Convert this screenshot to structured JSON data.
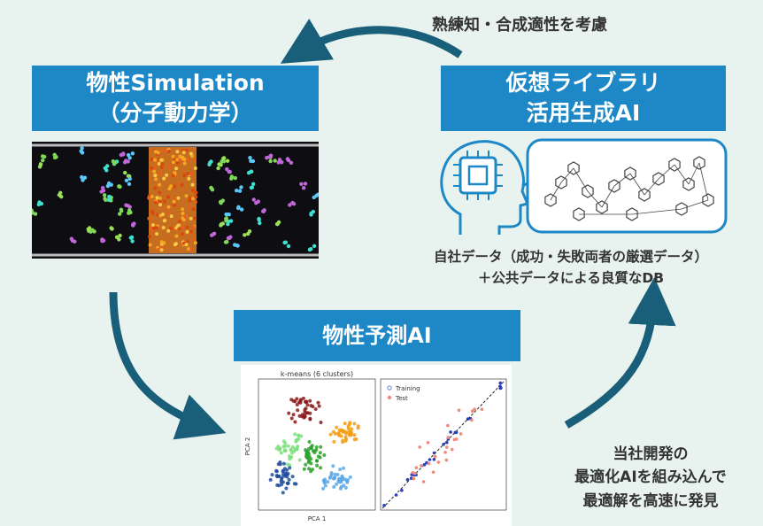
{
  "top_arrow_label": "熟練知・合成適性を考慮",
  "simulation": {
    "line1": "物性Simulation",
    "line2": "（分子動力学）"
  },
  "generative": {
    "line1": "仮想ライブラリ",
    "line2": "活用生成AI"
  },
  "data_source": {
    "line1": "自社データ（成功・失敗両者の厳選データ）",
    "line2": "＋公共データによる良質なDB"
  },
  "prediction": {
    "title": "物性予測AI"
  },
  "optimization": {
    "line1": "当社開発の",
    "line2": "最適化AIを組み込んで",
    "line3": "最適解を高速に発見"
  },
  "cluster_plot": {
    "title": "k-means (6 clusters)",
    "xlabel": "PCA 1",
    "ylabel": "PCA 2"
  },
  "parity_plot": {
    "legend_training": "Training",
    "legend_test": "Test"
  },
  "colors": {
    "box": "#1e88c7",
    "arrow": "#1a5f7a",
    "background": "#e8f3ef"
  }
}
